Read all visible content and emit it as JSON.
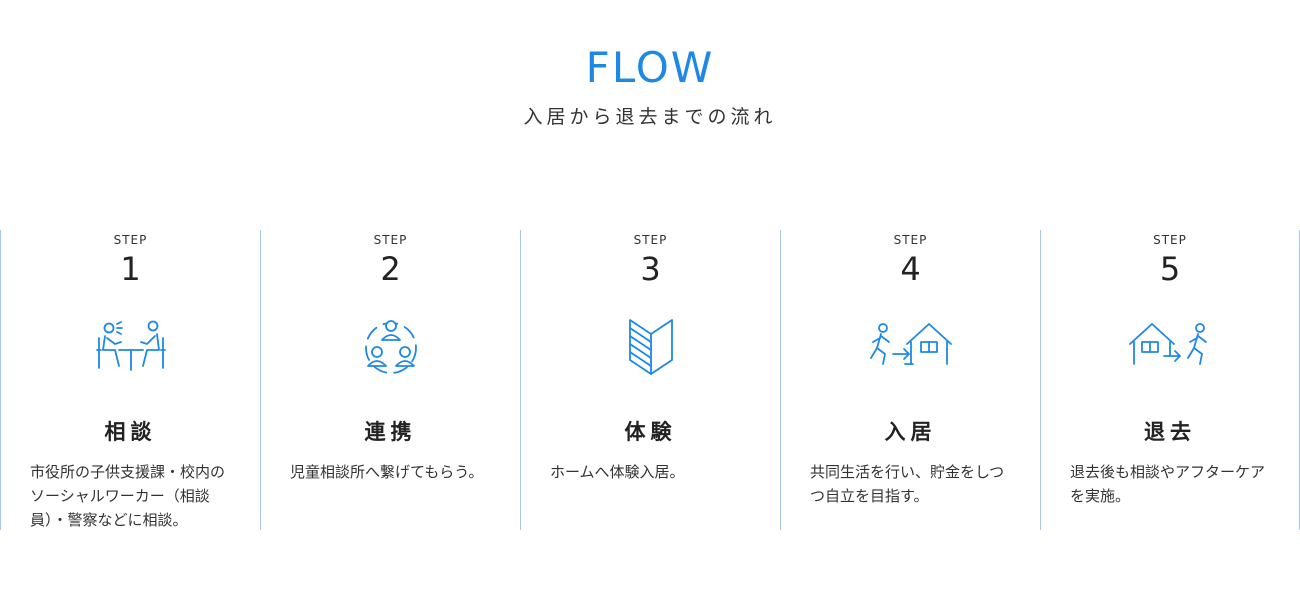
{
  "heading": {
    "title": "FLOW",
    "subtitle": "入居から退去までの流れ"
  },
  "accent_color": "#1e88e5",
  "steps": [
    {
      "label": "STEP",
      "number": "1",
      "icon": "consultation-icon",
      "title": "相談",
      "description": "市役所の子供支援課・校内のソーシャルワーカー（相談員）・警察などに相談。"
    },
    {
      "label": "STEP",
      "number": "2",
      "icon": "collaboration-icon",
      "title": "連携",
      "description": "児童相談所へ繋げてもらう。"
    },
    {
      "label": "STEP",
      "number": "3",
      "icon": "trial-stay-icon",
      "title": "体験",
      "description": "ホームへ体験入居。"
    },
    {
      "label": "STEP",
      "number": "4",
      "icon": "move-in-icon",
      "title": "入居",
      "description": "共同生活を行い、貯金をしつつ自立を目指す。"
    },
    {
      "label": "STEP",
      "number": "5",
      "icon": "move-out-icon",
      "title": "退去",
      "description": "退去後も相談やアフターケアを実施。"
    }
  ]
}
